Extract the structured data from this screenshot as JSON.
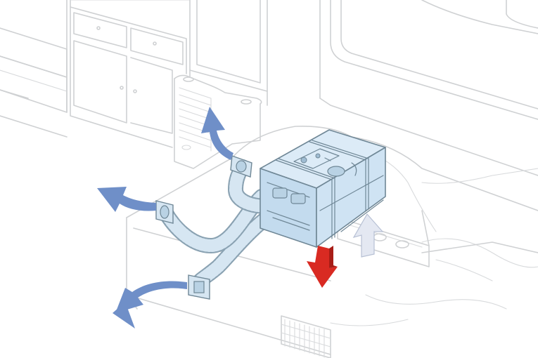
{
  "colors": {
    "background": "#ffffff",
    "line_art": "#cfd1d3",
    "unit_fill": "#cfe3f3",
    "unit_top": "#dcebf7",
    "unit_outline": "#6f8796",
    "hose_fill": "#d6e6f2",
    "hose_outline": "#8aa2b2",
    "outlet_arrow": "#6f8fc8",
    "exhaust_arrow": "#d92a22",
    "intake_arrow": "#e4e8f2"
  },
  "icons": {
    "outlet_arrows": "curved-arrow-icon",
    "exhaust_arrow": "arrow-down-icon",
    "intake_arrow": "arrow-up-icon"
  },
  "airflow": {
    "outlets": 3,
    "exhaust_direction": "down",
    "intake_direction": "up"
  }
}
